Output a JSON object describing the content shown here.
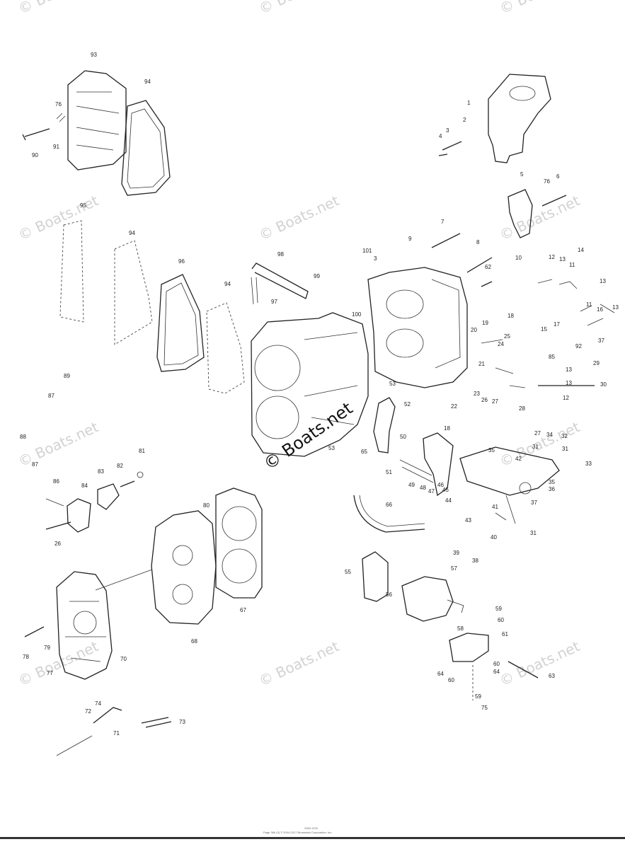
{
  "watermarks": [
    "© Boats.net",
    "© Boats.net",
    "© Boats.net",
    "© Boats.net",
    "© Boats.net",
    "© Boats.net",
    "© Boats.net",
    "© Boats.net",
    "© Boats.net",
    "© Boats.net",
    "© Boats.net"
  ],
  "center_watermark": "© Boats.net",
  "footer": {
    "line1": "2363.1376",
    "line2": "Page 366 (3) © 2004-2017 Brunswick Corporation, Inc."
  },
  "callouts": [
    "93",
    "94",
    "76",
    "90",
    "91",
    "1",
    "2",
    "3",
    "4",
    "5",
    "76",
    "6",
    "95",
    "94",
    "96",
    "98",
    "99",
    "97",
    "94",
    "101",
    "3",
    "9",
    "7",
    "8",
    "62",
    "10",
    "12",
    "13",
    "14",
    "11",
    "13",
    "11",
    "16",
    "13",
    "100",
    "18",
    "19",
    "20",
    "25",
    "24",
    "15",
    "17",
    "92",
    "37",
    "89",
    "87",
    "53",
    "21",
    "85",
    "13",
    "29",
    "30",
    "53",
    "22",
    "23",
    "26",
    "27",
    "13",
    "12",
    "28",
    "52",
    "18",
    "88",
    "81",
    "87",
    "86",
    "84",
    "83",
    "82",
    "65",
    "50",
    "51",
    "35",
    "31",
    "27",
    "34",
    "32",
    "31",
    "33",
    "42",
    "49",
    "48",
    "47",
    "46",
    "45",
    "44",
    "35",
    "36",
    "37",
    "80",
    "26",
    "66",
    "41",
    "43",
    "40",
    "31",
    "39",
    "38",
    "55",
    "57",
    "56",
    "59",
    "60",
    "58",
    "61",
    "78",
    "79",
    "77",
    "70",
    "68",
    "67",
    "60",
    "64",
    "64",
    "63",
    "60",
    "59",
    "75",
    "74",
    "72",
    "71",
    "73"
  ]
}
